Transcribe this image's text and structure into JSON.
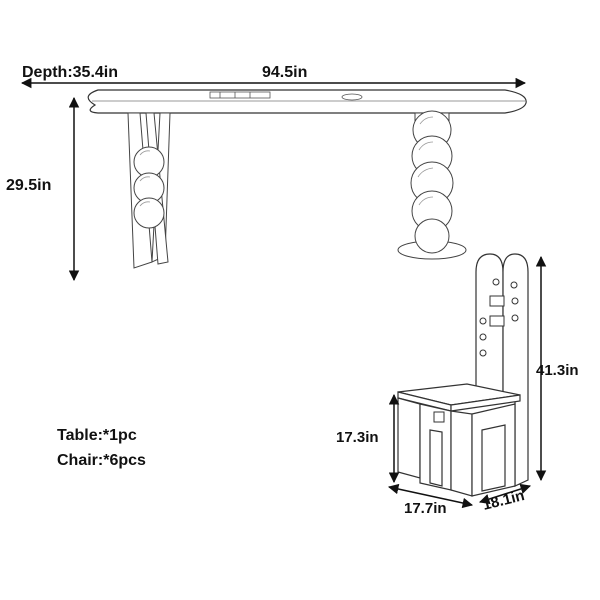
{
  "labels": {
    "depth": "Depth:35.4in",
    "table_length": "94.5in",
    "table_height": "29.5in",
    "chair_height": "41.3in",
    "seat_height": "17.3in",
    "seat_width": "17.7in",
    "seat_depth": "18.1in"
  },
  "notes": {
    "table_qty": "Table:*1pc",
    "chair_qty": "Chair:*6pcs"
  }
}
